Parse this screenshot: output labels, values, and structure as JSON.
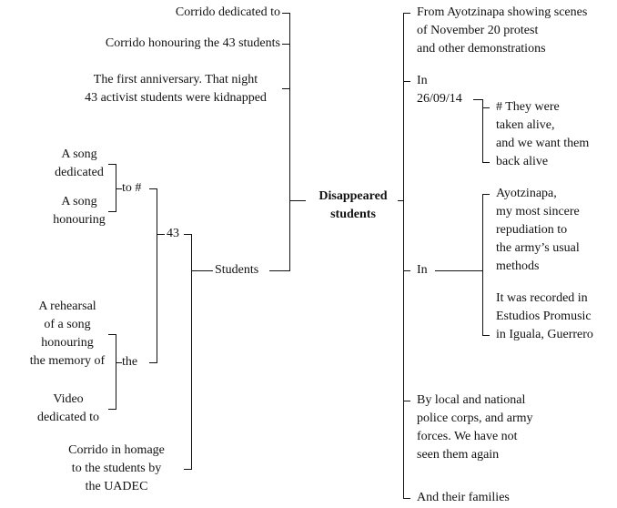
{
  "colors": {
    "background": "#ffffff",
    "text": "#111111",
    "line": "#111111"
  },
  "center": {
    "label": "Disappeared\nstudents"
  },
  "left": {
    "corrido_dedicated": "Corrido dedicated to",
    "corrido_honouring": "Corrido honouring the 43 students",
    "first_anniversary": "The first anniversary. That night\n43 activist students were kidnapped",
    "song_dedicated": "A song\ndedicated",
    "song_honouring": "A song\nhonouring",
    "to_hash": "to #",
    "rehearsal": "A rehearsal\nof a song\nhonouring\nthe memory of",
    "video_dedicated": "Video\ndedicated to",
    "article_the": "the",
    "forty_three": "43",
    "corrido_homage": "Corrido in homage\nto the students by\nthe UADEC",
    "students": "Students"
  },
  "right": {
    "from_ayotzinapa": "From Ayotzinapa showing scenes\nof November 20 protest\nand other demonstrations",
    "in_date": "In\n26/09/14",
    "quote_alive": "# They were\ntaken alive,\nand we want them\nback alive",
    "in_label": "In",
    "repudiation": "Ayotzinapa,\nmy most sincere\nrepudiation to\nthe army’s usual\nmethods",
    "recorded": "It was recorded in\nEstudios Promusic\nin Iguala, Guerrero",
    "by_police": "By local and national\npolice corps, and army\nforces. We have not\nseen them again",
    "families": "And their families"
  }
}
